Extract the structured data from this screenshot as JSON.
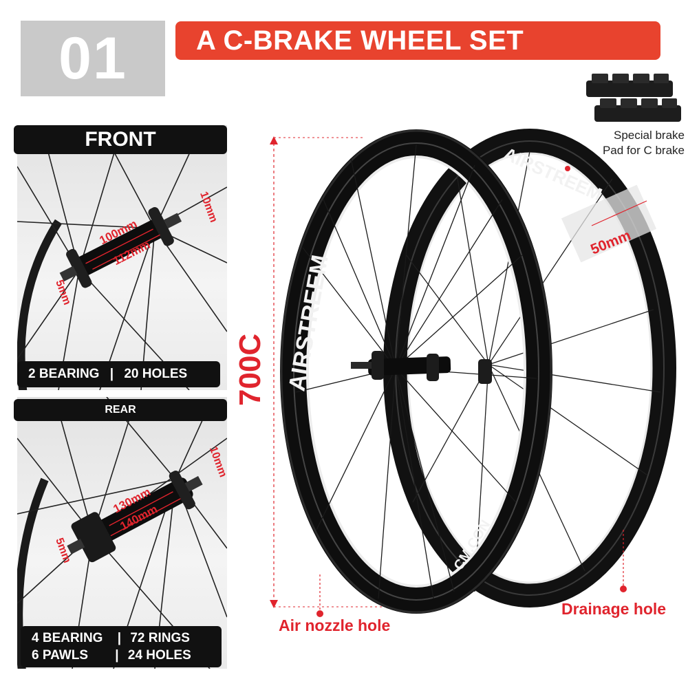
{
  "header": {
    "number": "01",
    "title": "A C-BRAKE WHEEL SET"
  },
  "front": {
    "tag": "FRONT",
    "dims": {
      "width": "100mm",
      "length": "112mm",
      "flange": "10mm",
      "axle": "5mm"
    },
    "specs": [
      "2 BEARING",
      "|",
      "20 HOLES"
    ]
  },
  "rear": {
    "tag": "REAR",
    "dims": {
      "width": "130mm",
      "length": "140mm",
      "flange": "10mm",
      "axle": "5mm"
    },
    "specs_row1": [
      "4 BEARING",
      "|",
      "72 RINGS"
    ],
    "specs_row2": [
      "6 PAWLS",
      "|",
      "24 HOLES"
    ]
  },
  "main": {
    "size_label": "700C",
    "rim_depth": "50mm",
    "brake_pad_label_1": "Special brake",
    "brake_pad_label_2": "Pad for C brake",
    "air_nozzle": "Air nozzle hole",
    "drainage": "Drainage hole",
    "rim_brand": "AIRSTREEM",
    "rim_brand_suffix": "CM.CON"
  },
  "colors": {
    "accent": "#e8432e",
    "label_red": "#e0242d",
    "gray_box": "#c9c9c9",
    "dark": "#111111"
  }
}
